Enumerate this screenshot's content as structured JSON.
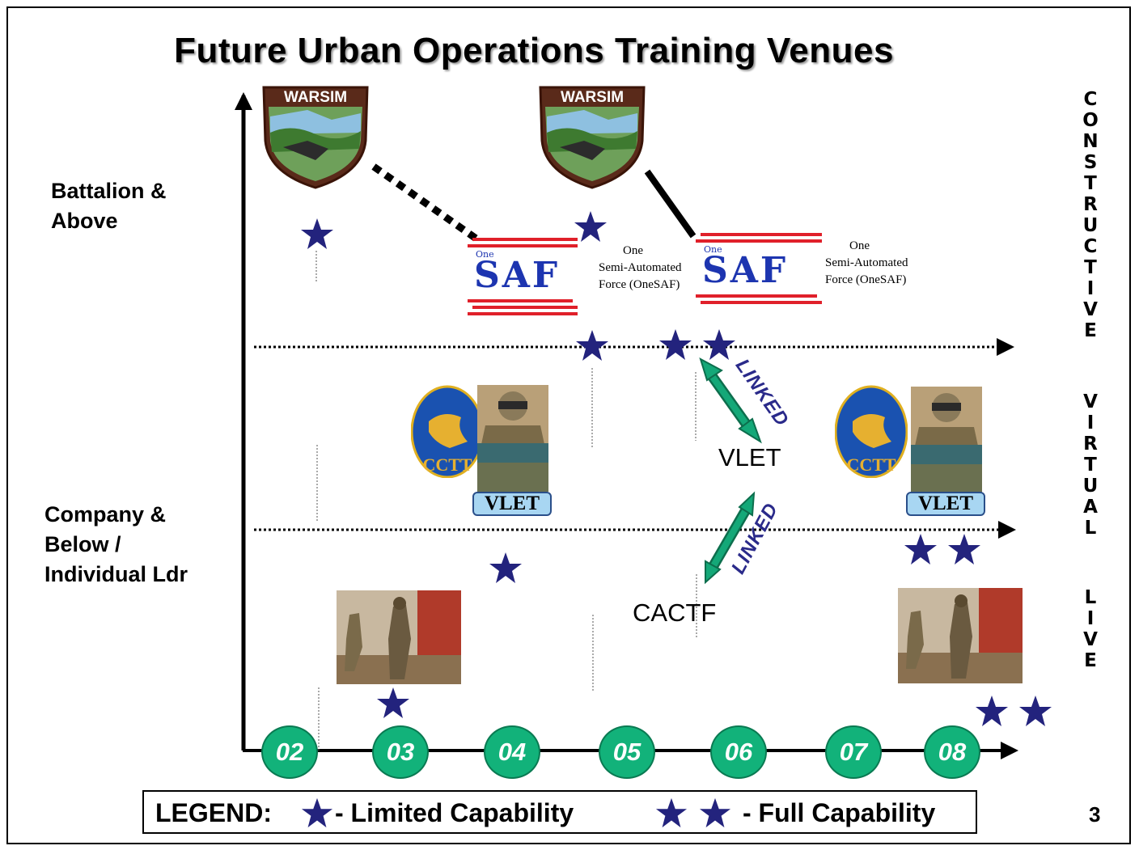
{
  "slide": {
    "title": "Future Urban Operations Training Venues",
    "page_number": "3"
  },
  "row_labels": {
    "upper": [
      "Battalion &",
      "Above"
    ],
    "lower": [
      "Company &",
      "Below /",
      "Individual Ldr"
    ]
  },
  "domains": {
    "constructive": "CONSTRUCTIVE",
    "virtual": "VIRTUAL",
    "live": "LIVE"
  },
  "timeline": {
    "years": [
      "02",
      "03",
      "04",
      "05",
      "06",
      "07",
      "08"
    ]
  },
  "systems": {
    "warsim_name": "WARSIM",
    "onesaf_mark": "SAF",
    "onesaf_one": "One",
    "onesaf_desc": [
      "One",
      "Semi-Automated",
      "Force (OneSAF)"
    ],
    "ccti_text": "CCTT",
    "vlet_badge": "VLET",
    "vlet_label": "VLET",
    "cactf_label": "CACTF",
    "linked_label": "LINKED"
  },
  "legend": {
    "heading": "LEGEND:",
    "limited_label": "- Limited Capability",
    "full_label": "-  Full Capability"
  },
  "colors": {
    "star": "#23237d",
    "year_circle": "#12b27a",
    "linked_arrow": "#14a878",
    "saf_blue": "#1d35b0",
    "saf_red": "#e0202a",
    "vlet_badge_fill": "#a8d6f2"
  }
}
